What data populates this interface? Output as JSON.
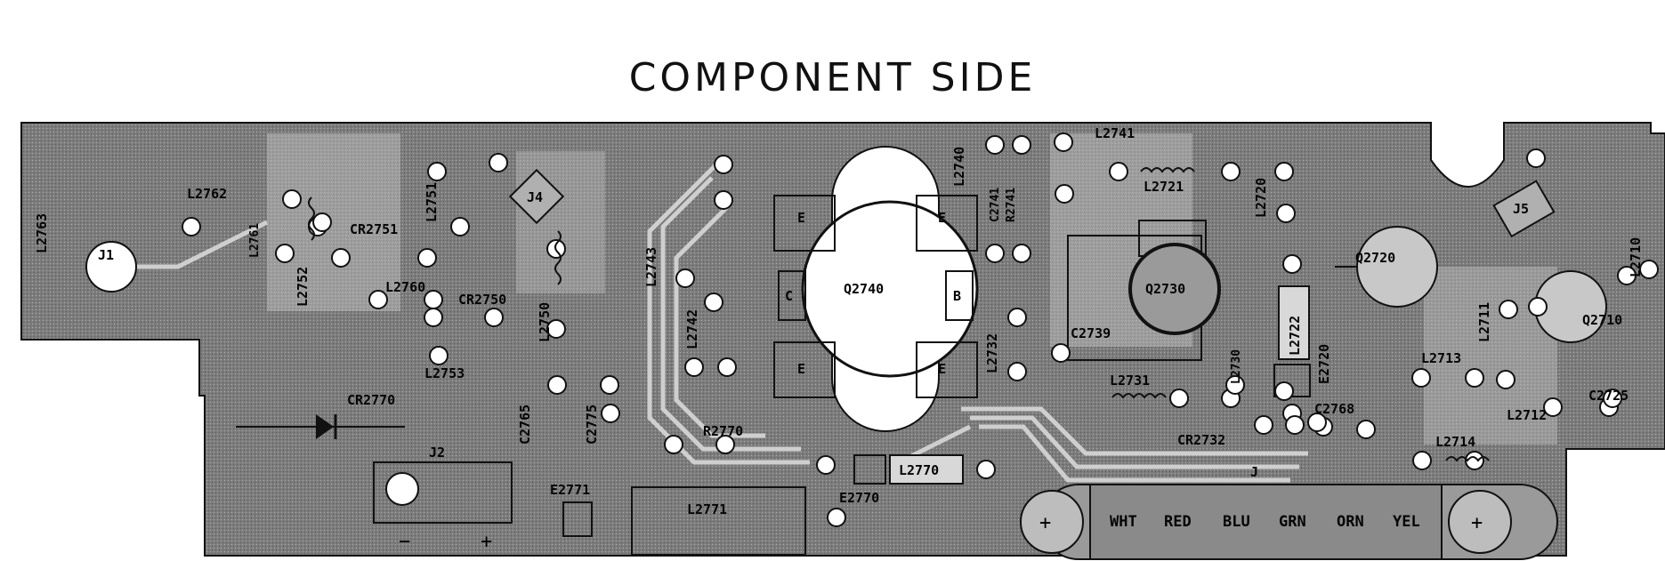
{
  "title": "COMPONENT SIDE",
  "labels": {
    "J1": "J1",
    "J2": "J2",
    "J4": "J4",
    "J5": "J5",
    "J": "J",
    "Q2740": "Q2740",
    "Q2730": "Q2730",
    "Q2720": "Q2720",
    "Q2710": "Q2710",
    "L2763": "L2763",
    "L2762": "L2762",
    "L2761": "L2761",
    "L2752": "L2752",
    "L2760": "L2760",
    "L2751": "L2751",
    "L2750": "L2750",
    "L2753": "L2753",
    "L2743": "L2743",
    "L2742": "L2742",
    "L2740": "L2740",
    "L2741": "L2741",
    "L2721": "L2721",
    "L2720": "L2720",
    "L2722": "L2722",
    "L2732": "L2732",
    "L2731": "L2731",
    "L2730": "L2730",
    "L2710": "L2710",
    "L2711": "L2711",
    "L2713": "L2713",
    "L2712": "L2712",
    "L2714": "L2714",
    "L2770": "L2770",
    "L2771": "L2771",
    "CR2751": "CR2751",
    "CR2750": "CR2750",
    "CR2770": "CR2770",
    "CR2732": "CR2732",
    "C2765": "C2765",
    "C2775": "C2775",
    "C2739": "C2739",
    "C2768": "C2768",
    "C2725": "C2725",
    "R2770": "R2770",
    "R2741": "R2741",
    "C2741": "C2741",
    "E2771": "E2771",
    "E2770": "E2770",
    "E2720": "E2720",
    "E": "E",
    "B": "B",
    "C": "C",
    "plus": "+",
    "minus": "−"
  },
  "connector_pins": [
    "WHT",
    "RED",
    "BLU",
    "GRN",
    "ORN",
    "YEL"
  ]
}
